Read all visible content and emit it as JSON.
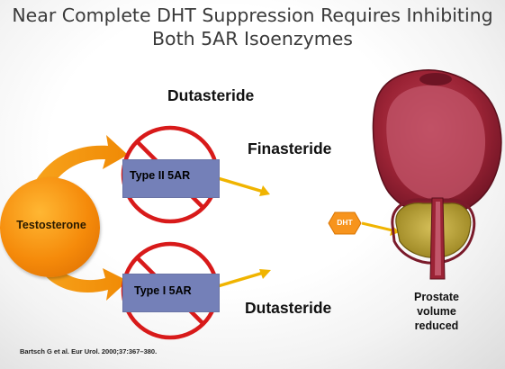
{
  "title": {
    "line1": "Near Complete DHT Suppression Requires Inhibiting",
    "line2": "Both 5AR Isoenzymes"
  },
  "labels": {
    "dutasteride_top": "Dutasteride",
    "finasteride": "Finasteride",
    "dutasteride_bottom": "Dutasteride"
  },
  "testosterone": "Testosterone",
  "enzymes": {
    "type_ii": "Type II 5AR",
    "type_i": "Type I 5AR"
  },
  "dht": "DHT",
  "prostate_caption": [
    "Prostate",
    "volume",
    "reduced"
  ],
  "citation": "Bartsch G et al. Eur Urol. 2000;37:367–380.",
  "colors": {
    "testosterone_orange": "#f58a0a",
    "enzyme_blue": "#7480b8",
    "prohibit_red": "#d81a1a",
    "arrow_yellow": "#f0b400",
    "dht_hex_orange": "#f7941d",
    "prostate_red": "#9b2335",
    "prostate_gland_yellow": "#b8a12b"
  }
}
